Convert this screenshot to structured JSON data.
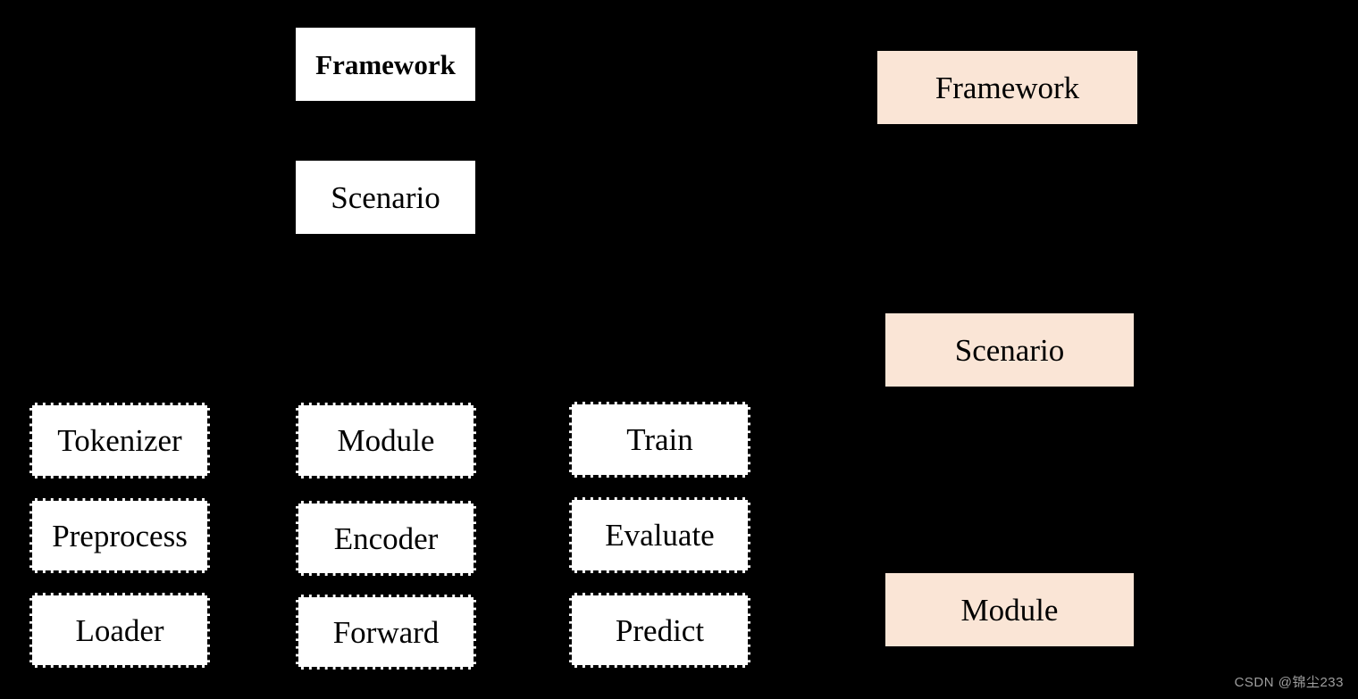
{
  "colors": {
    "background": "#000000",
    "solid_box_fill": "#ffffff",
    "dashed_box_fill": "#ffffff",
    "dashed_box_border": "#000000",
    "peach_box_fill": "#fae5d6",
    "box_text": "#000000",
    "watermark_text": "#9e9e9e"
  },
  "left_diagram": {
    "framework": "Framework",
    "scenario": "Scenario",
    "col1": [
      "Tokenizer",
      "Preprocess",
      "Loader"
    ],
    "col2": [
      "Module",
      "Encoder",
      "Forward"
    ],
    "col3": [
      "Train",
      "Evaluate",
      "Predict"
    ]
  },
  "right_diagram": {
    "framework": "Framework",
    "scenario": "Scenario",
    "module": "Module"
  },
  "watermark": {
    "text": "CSDN @锦尘233"
  }
}
